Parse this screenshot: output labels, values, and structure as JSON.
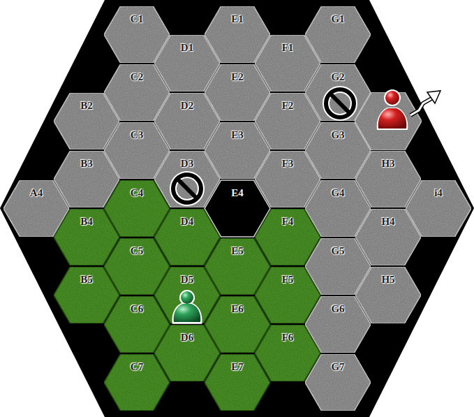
{
  "diagram": {
    "nodes": [
      {
        "text": [
          "C1"
        ]
      },
      {
        "text": [
          "E1"
        ]
      },
      {
        "text": [
          "G1"
        ]
      },
      {
        "text": [
          "D1"
        ]
      },
      {
        "text": [
          "F1"
        ]
      },
      {
        "text": [
          "C2"
        ]
      },
      {
        "text": [
          "E2"
        ]
      },
      {
        "text": [
          "G2"
        ]
      },
      {
        "text": [
          "B2"
        ]
      },
      {
        "text": [
          "D2"
        ]
      },
      {
        "text": [
          "F2"
        ]
      },
      {
        "text": [
          "C3"
        ]
      },
      {
        "text": [
          "E3"
        ]
      },
      {
        "text": [
          "G3"
        ]
      },
      {
        "text": [
          "B3"
        ]
      },
      {
        "text": [
          "D3"
        ]
      },
      {
        "text": [
          "F3"
        ]
      },
      {
        "text": [
          "H3"
        ]
      },
      {
        "text": [
          "A4"
        ]
      },
      {
        "text": [
          "C4"
        ]
      },
      {
        "text": [
          "E4"
        ]
      },
      {
        "text": [
          "G4"
        ]
      },
      {
        "text": [
          "i4"
        ]
      },
      {
        "text": [
          "B4"
        ]
      },
      {
        "text": [
          "D4"
        ]
      },
      {
        "text": [
          "F4"
        ]
      },
      {
        "text": [
          "H4"
        ]
      },
      {
        "text": [
          "C5"
        ]
      },
      {
        "text": [
          "E5"
        ]
      },
      {
        "text": [
          "G5"
        ]
      },
      {
        "text": [
          "B5"
        ]
      },
      {
        "text": [
          "D5"
        ]
      },
      {
        "text": [
          "F5"
        ]
      },
      {
        "text": [
          "H5"
        ]
      },
      {
        "text": [
          "C6"
        ]
      },
      {
        "text": [
          "E6"
        ]
      },
      {
        "text": [
          "G6"
        ]
      },
      {
        "text": [
          "D6"
        ]
      },
      {
        "text": [
          "F6"
        ]
      },
      {
        "text": [
          "C7"
        ]
      },
      {
        "text": [
          "E7"
        ]
      },
      {
        "text": [
          "G7"
        ]
      }
    ]
  }
}
